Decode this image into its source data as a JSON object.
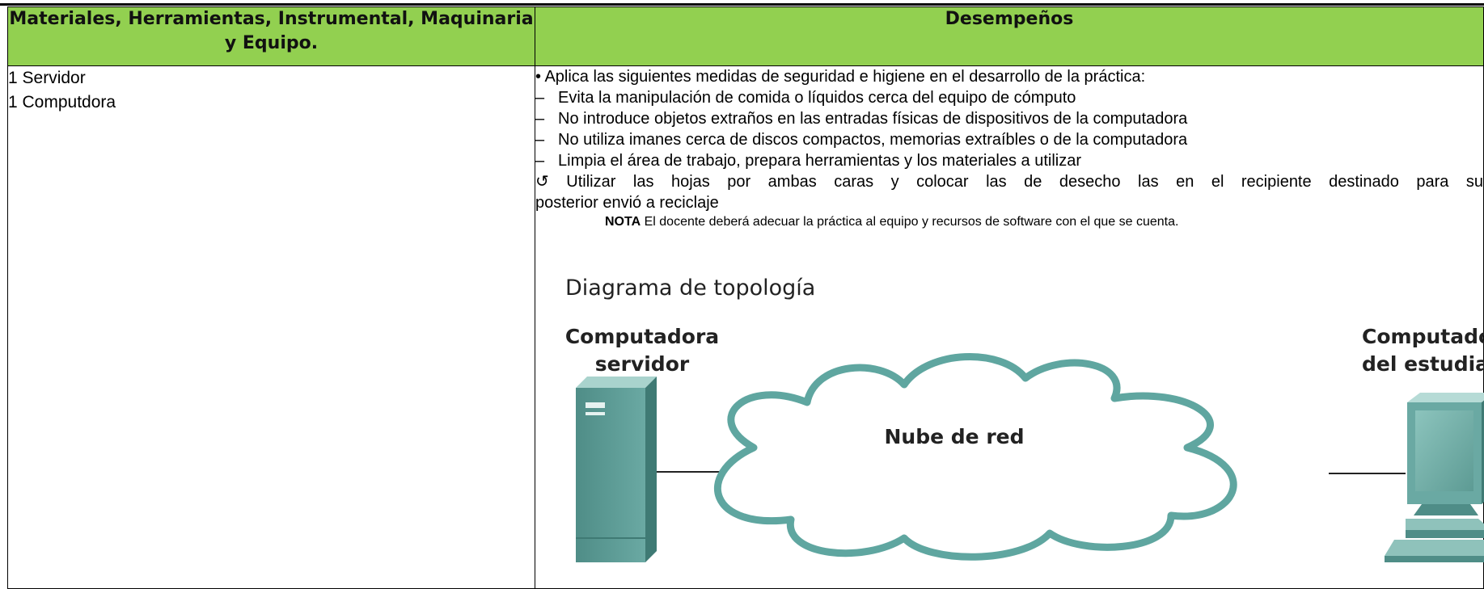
{
  "table": {
    "headers": {
      "materials": "Materiales, Herramientas, Instrumental, Maquinaria y Equipo.",
      "performance": "Desempeños"
    },
    "materials": [
      "1 Servidor",
      "1 Computdora"
    ],
    "performance": {
      "intro": "• Aplica las siguientes medidas de seguridad e higiene en el desarrollo de la práctica:",
      "dash": "–",
      "items": [
        "Evita la manipulación de comida o líquidos cerca del equipo de cómputo",
        "No introduce objetos extraños en las entradas físicas de dispositivos de la computadora",
        "No utiliza imanes cerca de discos compactos, memorias extraíbles o de la computadora",
        "Limpia el área de trabajo, prepara herramientas y los materiales a utilizar"
      ],
      "recycle_symbol": "↺",
      "recycle_line1": "Utilizar las hojas por ambas caras y colocar las de desecho las en el recipiente destinado para su",
      "recycle_line2": "posterior envió a reciclaje",
      "note_bold": "NOTA",
      "note_text": "El docente deberá adecuar la práctica al equipo y recursos de software con el que se cuenta."
    }
  },
  "diagram": {
    "title": "Diagrama de topología",
    "server_label_1": "Computadora",
    "server_label_2": "servidor",
    "cloud_label": "Nube de red",
    "client_label_1": "Computadora",
    "client_label_2": "del estudiante"
  },
  "colors": {
    "header_bg": "#92d050",
    "device_teal": "#5f9c96",
    "cloud_stroke": "#5fa6a0"
  }
}
